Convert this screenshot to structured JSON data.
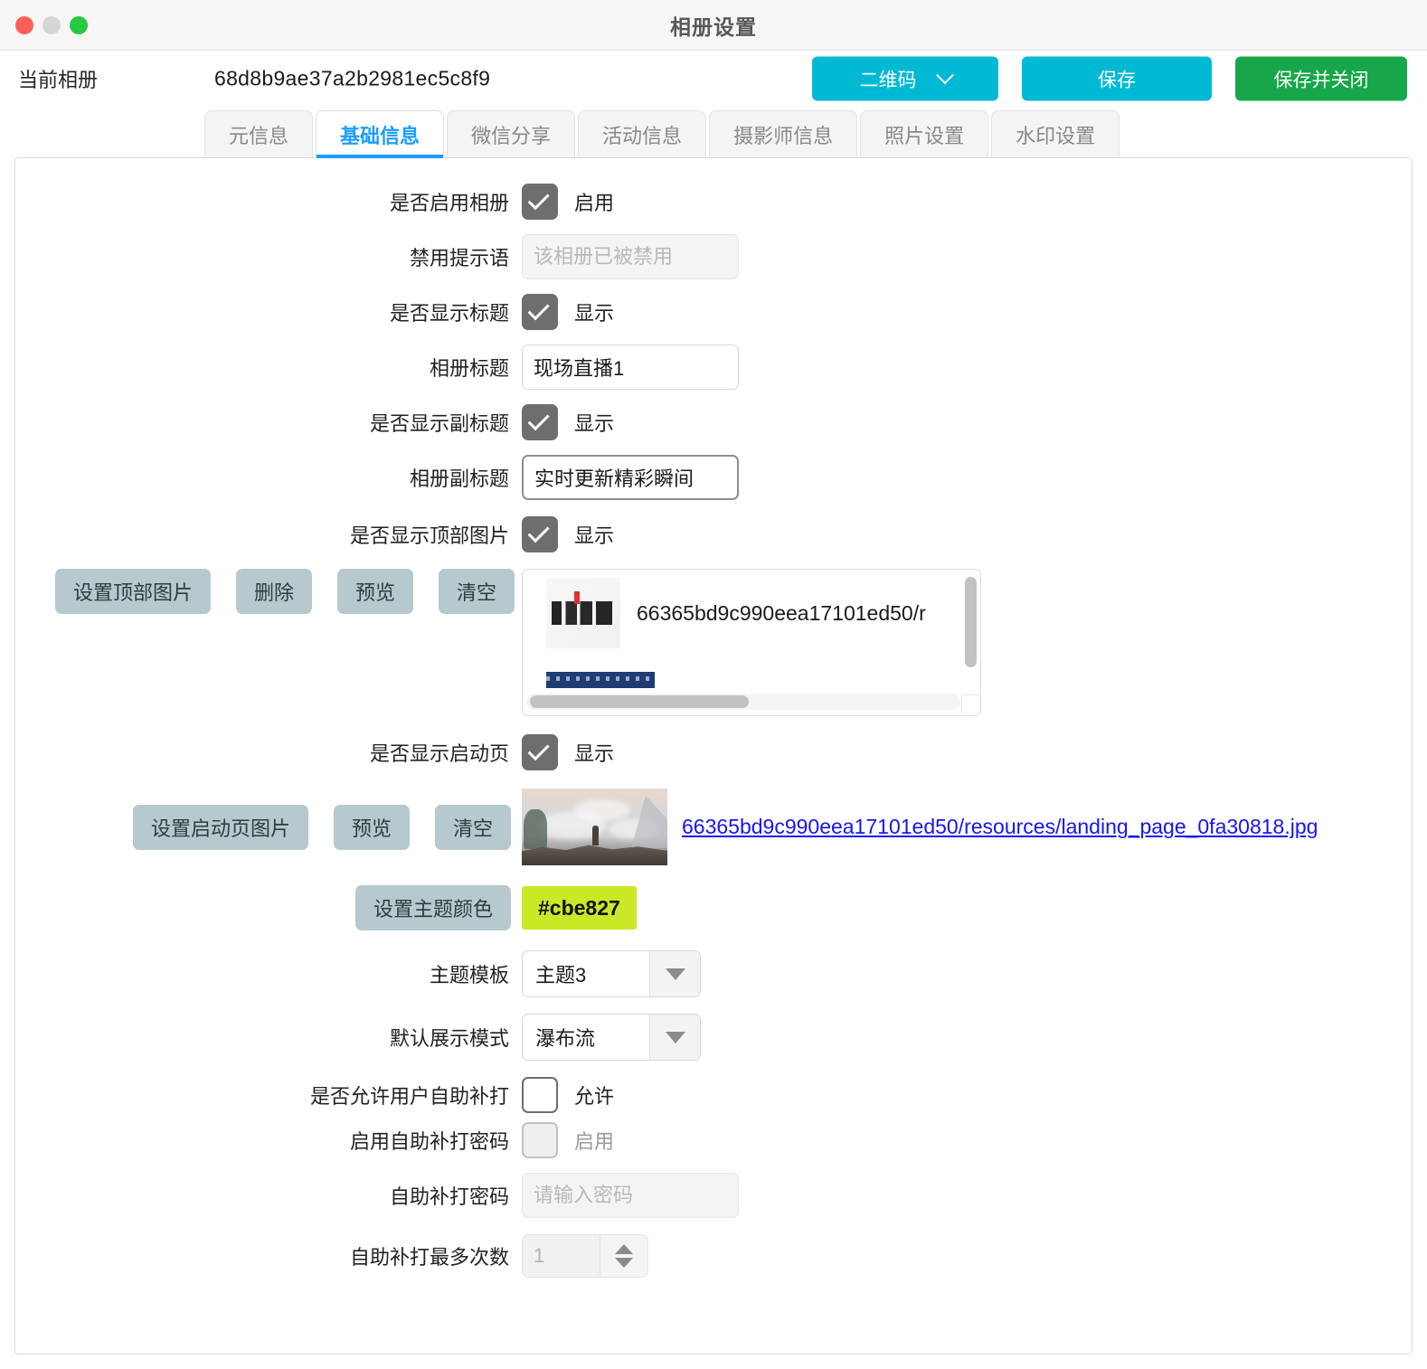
{
  "window": {
    "title": "相册设置",
    "traffic_lights": [
      "close",
      "minimize",
      "zoom"
    ]
  },
  "header": {
    "current_album_label": "当前相册",
    "album_id": "68d8b9ae37a2b2981ec5c8f9",
    "qr_button": "二维码",
    "save_button": "保存",
    "save_close_button": "保存并关闭"
  },
  "tabs": [
    {
      "label": "元信息",
      "active": false
    },
    {
      "label": "基础信息",
      "active": true
    },
    {
      "label": "微信分享",
      "active": false
    },
    {
      "label": "活动信息",
      "active": false
    },
    {
      "label": "摄影师信息",
      "active": false
    },
    {
      "label": "照片设置",
      "active": false
    },
    {
      "label": "水印设置",
      "active": false
    }
  ],
  "form": {
    "enable_album": {
      "label": "是否启用相册",
      "checkbox_text": "启用",
      "checked": true
    },
    "disabled_tip": {
      "label": "禁用提示语",
      "placeholder": "该相册已被禁用",
      "value": ""
    },
    "show_title": {
      "label": "是否显示标题",
      "checkbox_text": "显示",
      "checked": true
    },
    "album_title": {
      "label": "相册标题",
      "value": "现场直播1"
    },
    "show_subtitle": {
      "label": "是否显示副标题",
      "checkbox_text": "显示",
      "checked": true
    },
    "album_subtitle": {
      "label": "相册副标题",
      "value": "实时更新精彩瞬间"
    },
    "show_top_image": {
      "label": "是否显示顶部图片",
      "checkbox_text": "显示",
      "checked": true
    },
    "top_image": {
      "buttons": [
        "设置顶部图片",
        "删除",
        "预览",
        "清空"
      ],
      "list_items": [
        {
          "name": "66365bd9c990eea17101ed50/r"
        }
      ]
    },
    "show_landing_page": {
      "label": "是否显示启动页",
      "checkbox_text": "显示",
      "checked": true
    },
    "landing_page": {
      "buttons": [
        "设置启动页图片",
        "预览",
        "清空"
      ],
      "url": "66365bd9c990eea17101ed50/resources/landing_page_0fa30818.jpg"
    },
    "theme_color": {
      "button": "设置主题颜色",
      "value": "#cbe827"
    },
    "theme_template": {
      "label": "主题模板",
      "value": "主题3"
    },
    "display_mode": {
      "label": "默认展示模式",
      "value": "瀑布流"
    },
    "allow_reprint": {
      "label": "是否允许用户自助补打",
      "checkbox_text": "允许",
      "checked": false
    },
    "enable_reprint_password": {
      "label": "启用自助补打密码",
      "checkbox_text": "启用",
      "checked": false,
      "disabled": true
    },
    "reprint_password": {
      "label": "自助补打密码",
      "placeholder": "请输入密码",
      "value": "",
      "disabled": true
    },
    "reprint_max_count": {
      "label": "自助补打最多次数",
      "value": "1",
      "disabled": true
    }
  },
  "colors": {
    "accent_blue": "#00b9d4",
    "accent_green": "#17a74a",
    "tab_active": "#1b9dff",
    "theme_swatch": "#cbe827",
    "action_button": "#b5c9ce",
    "link": "#1515f0"
  }
}
